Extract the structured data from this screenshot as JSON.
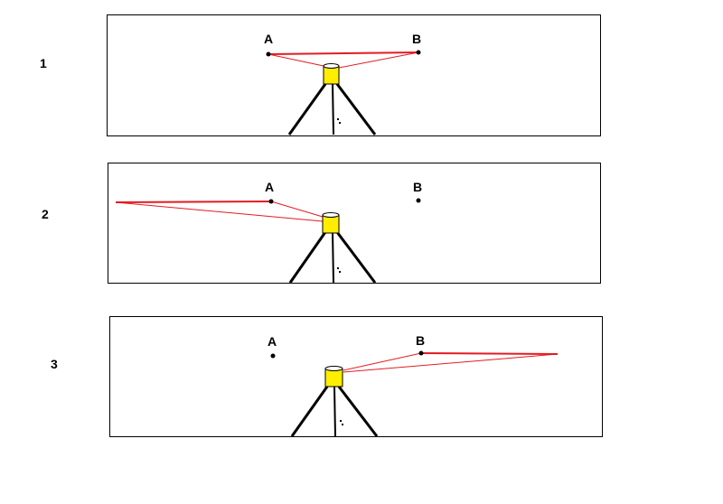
{
  "diagram": {
    "panels": [
      {
        "number": "1",
        "point_a": "A",
        "point_b": "B"
      },
      {
        "number": "2",
        "point_a": "A",
        "point_b": "B"
      },
      {
        "number": "3",
        "point_a": "A",
        "point_b": "B"
      }
    ],
    "colors": {
      "sight_line": "#e31b23",
      "instrument": "#ffee00",
      "tripod": "#000000",
      "border": "#000000"
    }
  }
}
